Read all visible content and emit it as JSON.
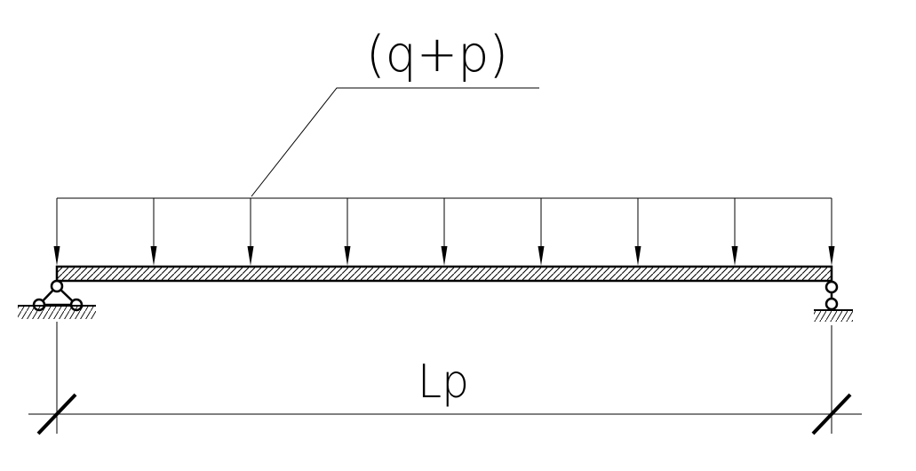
{
  "load_label": "(q+p)",
  "span_label": "Lp",
  "load_arrow_count": 9,
  "colors": {
    "line": "#000000",
    "background": "#ffffff"
  }
}
